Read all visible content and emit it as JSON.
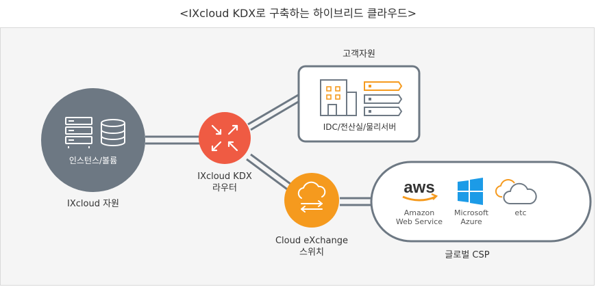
{
  "title": "<IXcloud KDX로 구축하는 하이브리드 클라우드>",
  "ixcloud": {
    "inner_label": "인스턴스/볼륨",
    "caption": "IXcloud 자원"
  },
  "router": {
    "caption_line1": "IXcloud KDX",
    "caption_line2": "라우터"
  },
  "exchange": {
    "caption_line1": "Cloud eXchange",
    "caption_line2": "스위치"
  },
  "customer": {
    "heading": "고객자원",
    "inner_label": "IDC/전산실/물리서버"
  },
  "csp": {
    "caption": "글로벌 CSP",
    "providers": [
      {
        "logo": "aws",
        "line1": "Amazon",
        "line2": "Web Service"
      },
      {
        "logo": "windows",
        "line1": "Microsoft",
        "line2": "Azure"
      },
      {
        "logo": "cloud",
        "line1": "etc",
        "line2": ""
      }
    ]
  },
  "colors": {
    "gray_node": "#6d7883",
    "router_red": "#ef5b43",
    "exchange_orange": "#f59a1e",
    "aws_orange": "#f59a1e",
    "azure_blue": "#1c9be7",
    "line_gray": "#6d7883"
  }
}
